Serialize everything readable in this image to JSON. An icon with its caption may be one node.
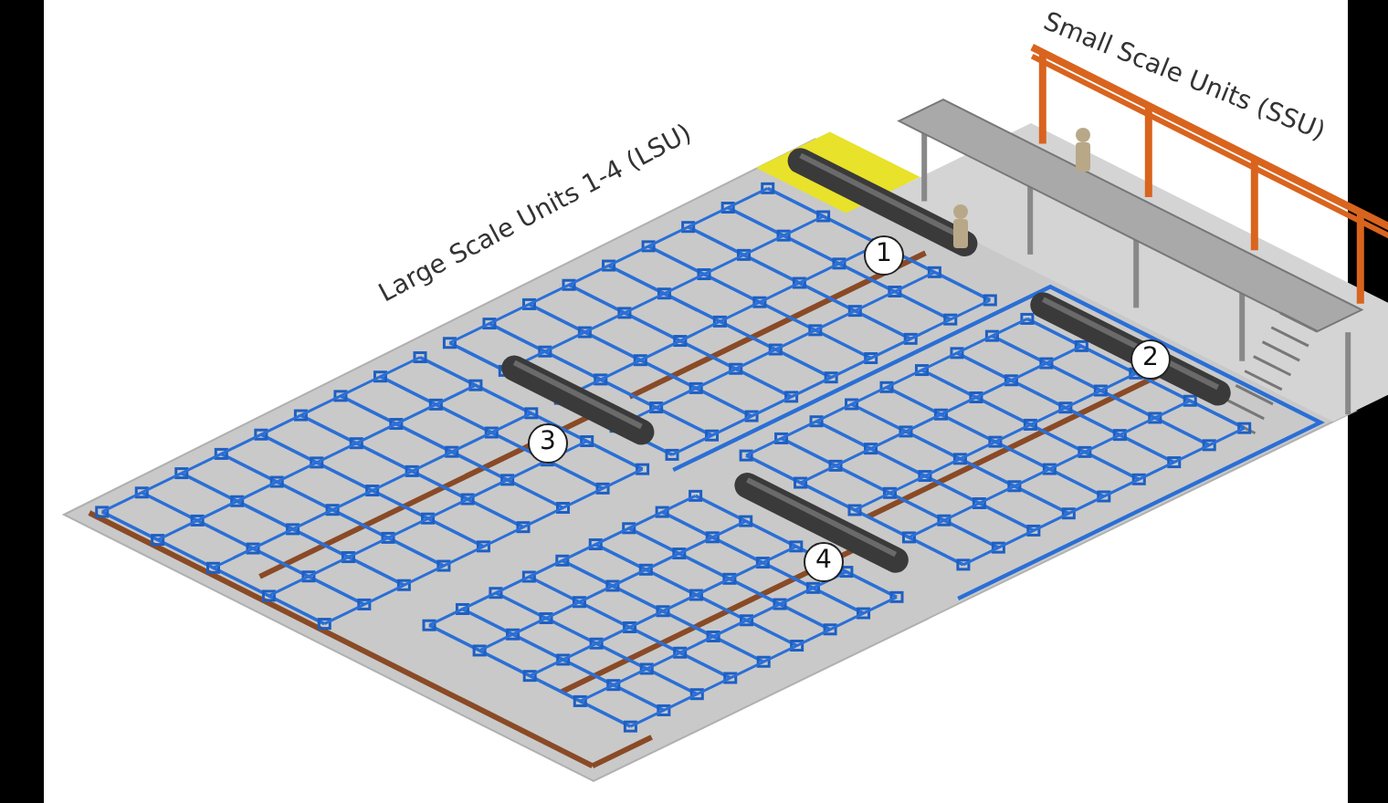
{
  "diagram": {
    "nodes": [
      {
        "text": [
          "1"
        ]
      },
      {
        "text": [
          "2"
        ]
      },
      {
        "text": [
          "3"
        ]
      },
      {
        "text": [
          "4"
        ]
      }
    ],
    "labels": [
      "Large Scale Units 1-4 (LSU)",
      "Small Scale Units (SSU)"
    ]
  }
}
